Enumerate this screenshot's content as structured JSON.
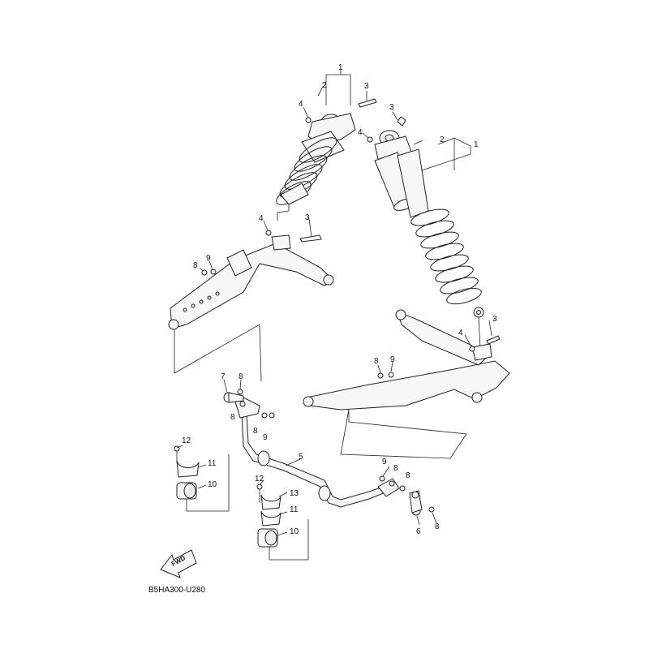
{
  "diagram": {
    "part_code": "B5HA300-U280",
    "fwd_label": "FWD",
    "callouts": {
      "c1a": "1",
      "c2a": "2",
      "c3a": "3",
      "c4a": "4",
      "c3b": "3",
      "c4b": "4",
      "c2b": "2",
      "c1b": "1",
      "c4c": "4",
      "c3c": "3",
      "c8a": "8",
      "c9a": "9",
      "c3d": "3",
      "c4d": "4",
      "c8b": "8",
      "c9b": "9",
      "c7": "7",
      "c8c": "8",
      "c8d": "8",
      "c8e": "8",
      "c9c": "9",
      "c12a": "12",
      "c11a": "11",
      "c10a": "10",
      "c5": "5",
      "c9d": "9",
      "c8f": "8",
      "c8g": "8",
      "c12b": "12",
      "c13": "13",
      "c11b": "11",
      "c10b": "10",
      "c6": "6",
      "c8h": "8"
    }
  }
}
